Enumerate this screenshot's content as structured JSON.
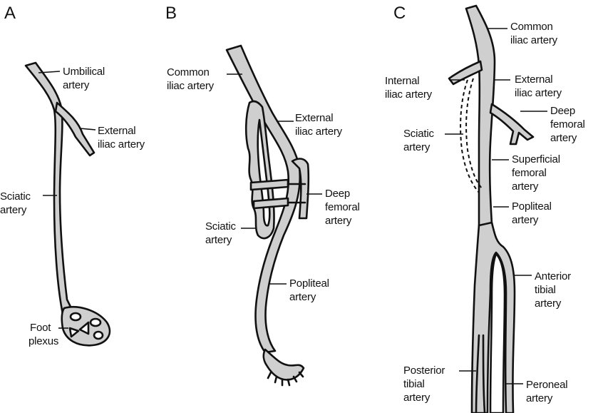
{
  "panels": [
    {
      "letter": "A",
      "labels": {
        "umbilical_artery": [
          "Umbilical",
          "artery"
        ],
        "external_iliac": [
          "External",
          "iliac artery"
        ],
        "sciatic": [
          "Sciatic",
          "artery"
        ],
        "foot_plexus": [
          "Foot",
          "plexus"
        ]
      }
    },
    {
      "letter": "B",
      "labels": {
        "common_iliac": [
          "Common",
          "iliac artery"
        ],
        "external_iliac": [
          "External",
          "iliac artery"
        ],
        "deep_femoral": [
          "Deep",
          "femoral",
          "artery"
        ],
        "sciatic": [
          "Sciatic",
          "artery"
        ],
        "popliteal": [
          "Popliteal",
          "artery"
        ]
      }
    },
    {
      "letter": "C",
      "labels": {
        "common_iliac": [
          "Common",
          "iliac artery"
        ],
        "internal_iliac": [
          "Internal",
          "iliac artery"
        ],
        "external_iliac": [
          "External",
          "iliac artery"
        ],
        "deep_femoral": [
          "Deep",
          "femoral",
          "artery"
        ],
        "sciatic": [
          "Sciatic",
          "artery"
        ],
        "superficial_femoral": [
          "Superficial",
          "femoral",
          "artery"
        ],
        "popliteal": [
          "Popliteal",
          "artery"
        ],
        "anterior_tibial": [
          "Anterior",
          "tibial",
          "artery"
        ],
        "posterior_tibial": [
          "Posterior",
          "tibial",
          "artery"
        ],
        "peroneal": [
          "Peroneal",
          "artery"
        ]
      }
    }
  ],
  "colors": {
    "vessel_fill": "#cfcfcf",
    "outline": "#111111",
    "background": "#ffffff"
  }
}
